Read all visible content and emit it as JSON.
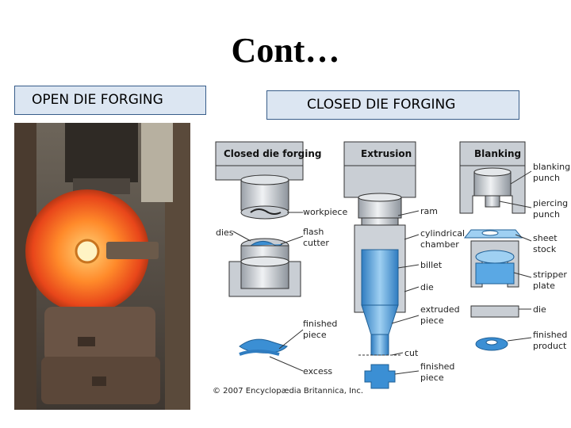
{
  "slide": {
    "title": "Cont…",
    "open_label": "OPEN DIE FORGING",
    "closed_label": "CLOSED DIE FORGING"
  },
  "diagram": {
    "panels": {
      "closed": "Closed die forging",
      "extrusion": "Extrusion",
      "blanking": "Blanking"
    },
    "labels": {
      "workpiece": "workpiece",
      "dies": "dies",
      "flash1": "flash",
      "flash2": "cutter",
      "finished1": "finished",
      "finished2": "piece",
      "excess": "excess",
      "ram": "ram",
      "cyl1": "cylindrical",
      "cyl2": "chamber",
      "billet": "billet",
      "die": "die",
      "extruded1": "extruded",
      "extruded2": "piece",
      "cut": "cut",
      "efinished1": "finished",
      "efinished2": "piece",
      "blanking1": "blanking",
      "blanking2": "punch",
      "piercing1": "piercing",
      "piercing2": "punch",
      "sheet1": "sheet",
      "sheet2": "stock",
      "stripper1": "stripper",
      "stripper2": "plate",
      "bdie": "die",
      "product1": "finished",
      "product2": "product"
    },
    "copyright": "© 2007 Encyclopædia Britannica, Inc."
  },
  "colors": {
    "label_fill": "#dce6f2",
    "label_border": "#385d8a",
    "metal_blue": "#3b8fd4"
  }
}
